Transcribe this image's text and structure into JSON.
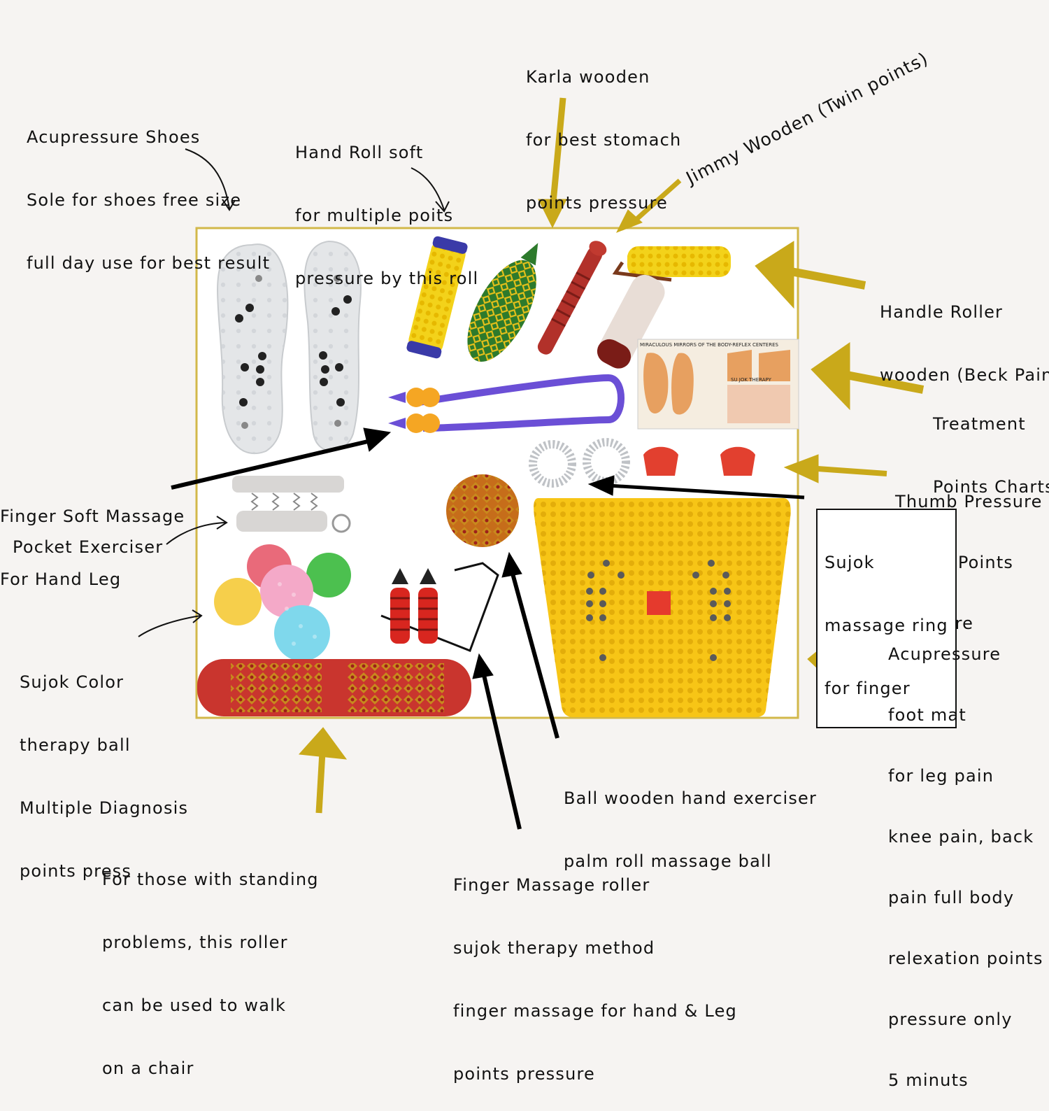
{
  "colors": {
    "gold_arrow": "#c9a91a",
    "black_arrow": "#000000",
    "frame": "#d2b84a",
    "mat": "#f7c516",
    "insole": "#e4e6e8",
    "roller_red": "#b2312a",
    "handle_purple": "#6b4fd6",
    "ball_colors": [
      "#e96a7a",
      "#f4a9c8",
      "#4cc04f",
      "#f6cf4b",
      "#7fd8ec"
    ]
  },
  "labels": {
    "shoes": [
      "Acupressure Shoes",
      "Sole for shoes free size",
      "full day use for best result"
    ],
    "hand_roll": [
      "Hand Roll soft",
      "for multiple poits",
      "pressure by this roll"
    ],
    "karla": [
      "Karla wooden",
      "for best stomach",
      "points pressure"
    ],
    "jimmy": "Jimmy Wooden (Twin points)",
    "handle_roller": [
      "Handle Roller",
      "wooden (Beck Pain)"
    ],
    "charts": [
      "Treatment",
      "Points Charts"
    ],
    "thumb": [
      "Thumb Pressure",
      "Finger Points",
      "Pressure"
    ],
    "sujok_ring": [
      "Sujok",
      "massage ring",
      "for finger"
    ],
    "finger_soft": [
      "Finger Soft Massage",
      "For Hand Leg"
    ],
    "pocket": "Pocket Exerciser",
    "sujok_ball": [
      "Sujok Color",
      "therapy ball",
      "Multiple Diagnosis",
      "points press"
    ],
    "foot_mat": [
      "Acupressure",
      "foot mat",
      "for leg pain",
      "knee pain, back",
      "pain full body",
      "relexation points",
      "pressure only",
      "5 minuts"
    ],
    "ball_wooden": [
      "Ball wooden hand exerciser",
      "palm roll massage ball"
    ],
    "standing": [
      "For those with standing",
      "problems, this roller",
      "can be used to walk",
      "on a chair"
    ],
    "finger_roller": [
      "Finger Massage roller",
      "sujok therapy method",
      "finger massage for hand & Leg",
      "points pressure"
    ]
  },
  "chart_poster": {
    "title": "MIRACULOUS MIRRORS OF THE BODY-REFLEX CENTERES",
    "subtitle": "SU JOK THERAPY"
  },
  "icons": [
    "insole-icon",
    "hand-roller-icon",
    "karla-roller-icon",
    "jimmy-roller-icon",
    "handle-roller-icon",
    "chart-poster-icon",
    "finger-massager-icon",
    "pocket-exerciser-icon",
    "sujok-ring-icon",
    "thumb-pressure-icon",
    "spiky-ball-icon",
    "foot-mat-icon",
    "finger-roller-icon",
    "color-balls-icon",
    "foot-roller-icon"
  ]
}
